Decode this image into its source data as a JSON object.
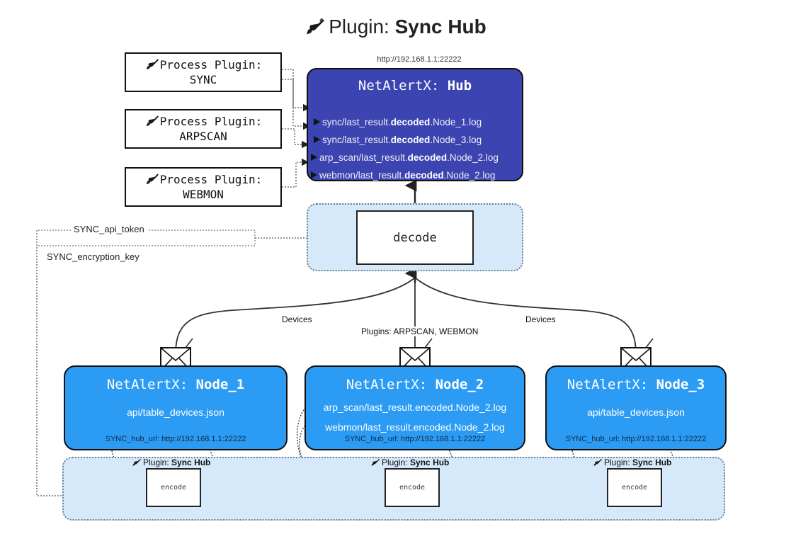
{
  "title": {
    "prefix": "Plugin:",
    "name": "Sync Hub",
    "icon": "plug-icon"
  },
  "hub": {
    "url": "http://192.168.1.1:22222",
    "title_prefix": "NetAlertX:",
    "title_name": "Hub",
    "logs": [
      {
        "pre": "sync/last_result.",
        "em": "decoded",
        "post": ".Node_1.log"
      },
      {
        "pre": "sync/last_result.",
        "em": "decoded",
        "post": ".Node_3.log"
      },
      {
        "pre": "arp_scan/last_result.",
        "em": "decoded",
        "post": ".Node_2.log"
      },
      {
        "pre": "webmon/last_result.",
        "em": "decoded",
        "post": ".Node_2.log"
      }
    ]
  },
  "process_plugins": [
    {
      "line1": "Process Plugin:",
      "line2": "SYNC",
      "icon": "plug-icon"
    },
    {
      "line1": "Process Plugin:",
      "line2": "ARPSCAN",
      "icon": "plug-icon"
    },
    {
      "line1": "Process Plugin:",
      "line2": "WEBMON",
      "icon": "plug-icon"
    }
  ],
  "decode": {
    "label": "decode"
  },
  "tokens": [
    {
      "label": "SYNC_api_token"
    },
    {
      "label": "SYNC_encryption_key"
    }
  ],
  "edge_labels": {
    "devices_left": "Devices",
    "devices_right": "Devices",
    "plugins_mid": "Plugins: ARPSCAN, WEBMON"
  },
  "nodes": [
    {
      "title_prefix": "NetAlertX:",
      "title_name": "Node_1",
      "lines": [
        "api/table_devices.json"
      ],
      "hub_url": "SYNC_hub_url: http://192.168.1.1:22222",
      "icon": "envelope-icon"
    },
    {
      "title_prefix": "NetAlertX:",
      "title_name": "Node_2",
      "lines": [
        "arp_scan/last_result.encoded.Node_2.log",
        "webmon/last_result.encoded.Node_2.log"
      ],
      "hub_url": "SYNC_hub_url: http://192.168.1.1:22222",
      "icon": "envelope-icon"
    },
    {
      "title_prefix": "NetAlertX:",
      "title_name": "Node_3",
      "lines": [
        "api/table_devices.json"
      ],
      "hub_url": "SYNC_hub_url: http://192.168.1.1:22222",
      "icon": "envelope-icon"
    }
  ],
  "encoders": [
    {
      "label": "encode",
      "plugin_prefix": "Plugin:",
      "plugin_name": "Sync Hub",
      "icon": "plug-icon"
    },
    {
      "label": "encode",
      "plugin_prefix": "Plugin:",
      "plugin_name": "Sync Hub",
      "icon": "plug-icon"
    },
    {
      "label": "encode",
      "plugin_prefix": "Plugin:",
      "plugin_name": "Sync Hub",
      "icon": "plug-icon"
    }
  ],
  "colors": {
    "hub_fill": "#3b44b0",
    "node_fill": "#2b9bf4",
    "panel_fill": "#d6e9fb",
    "stroke": "#111111"
  }
}
